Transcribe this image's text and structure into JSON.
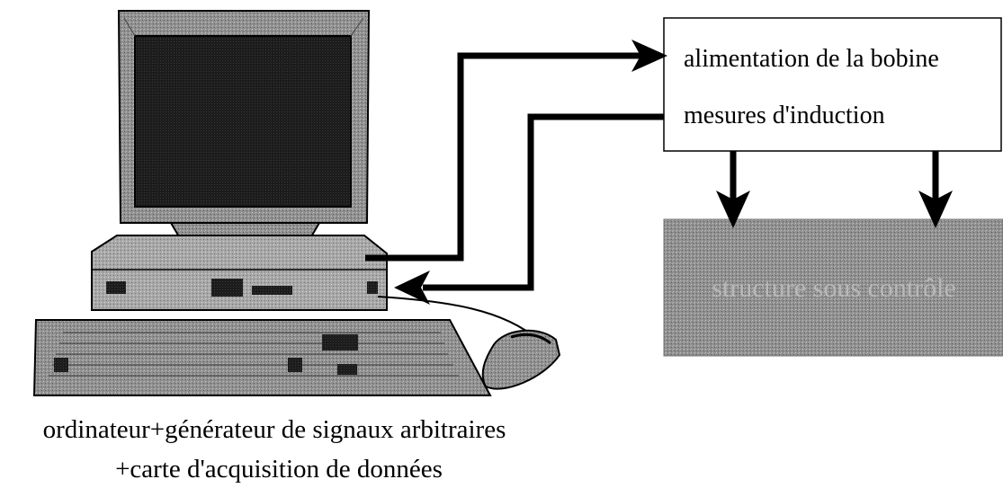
{
  "control_box": {
    "line1": "alimentation de la bobine",
    "line2": "mesures d'induction"
  },
  "structure": {
    "label": "structure sous contrôle"
  },
  "computer": {
    "caption_line1": "ordinateur+générateur de signaux arbitraires",
    "caption_line2": "+carte d'acquisition de données"
  },
  "colors": {
    "line": "#000000",
    "box_fill": "#ffffff",
    "structure_fill": "#8a8a8a",
    "computer_gray": "#9a9a9a"
  }
}
